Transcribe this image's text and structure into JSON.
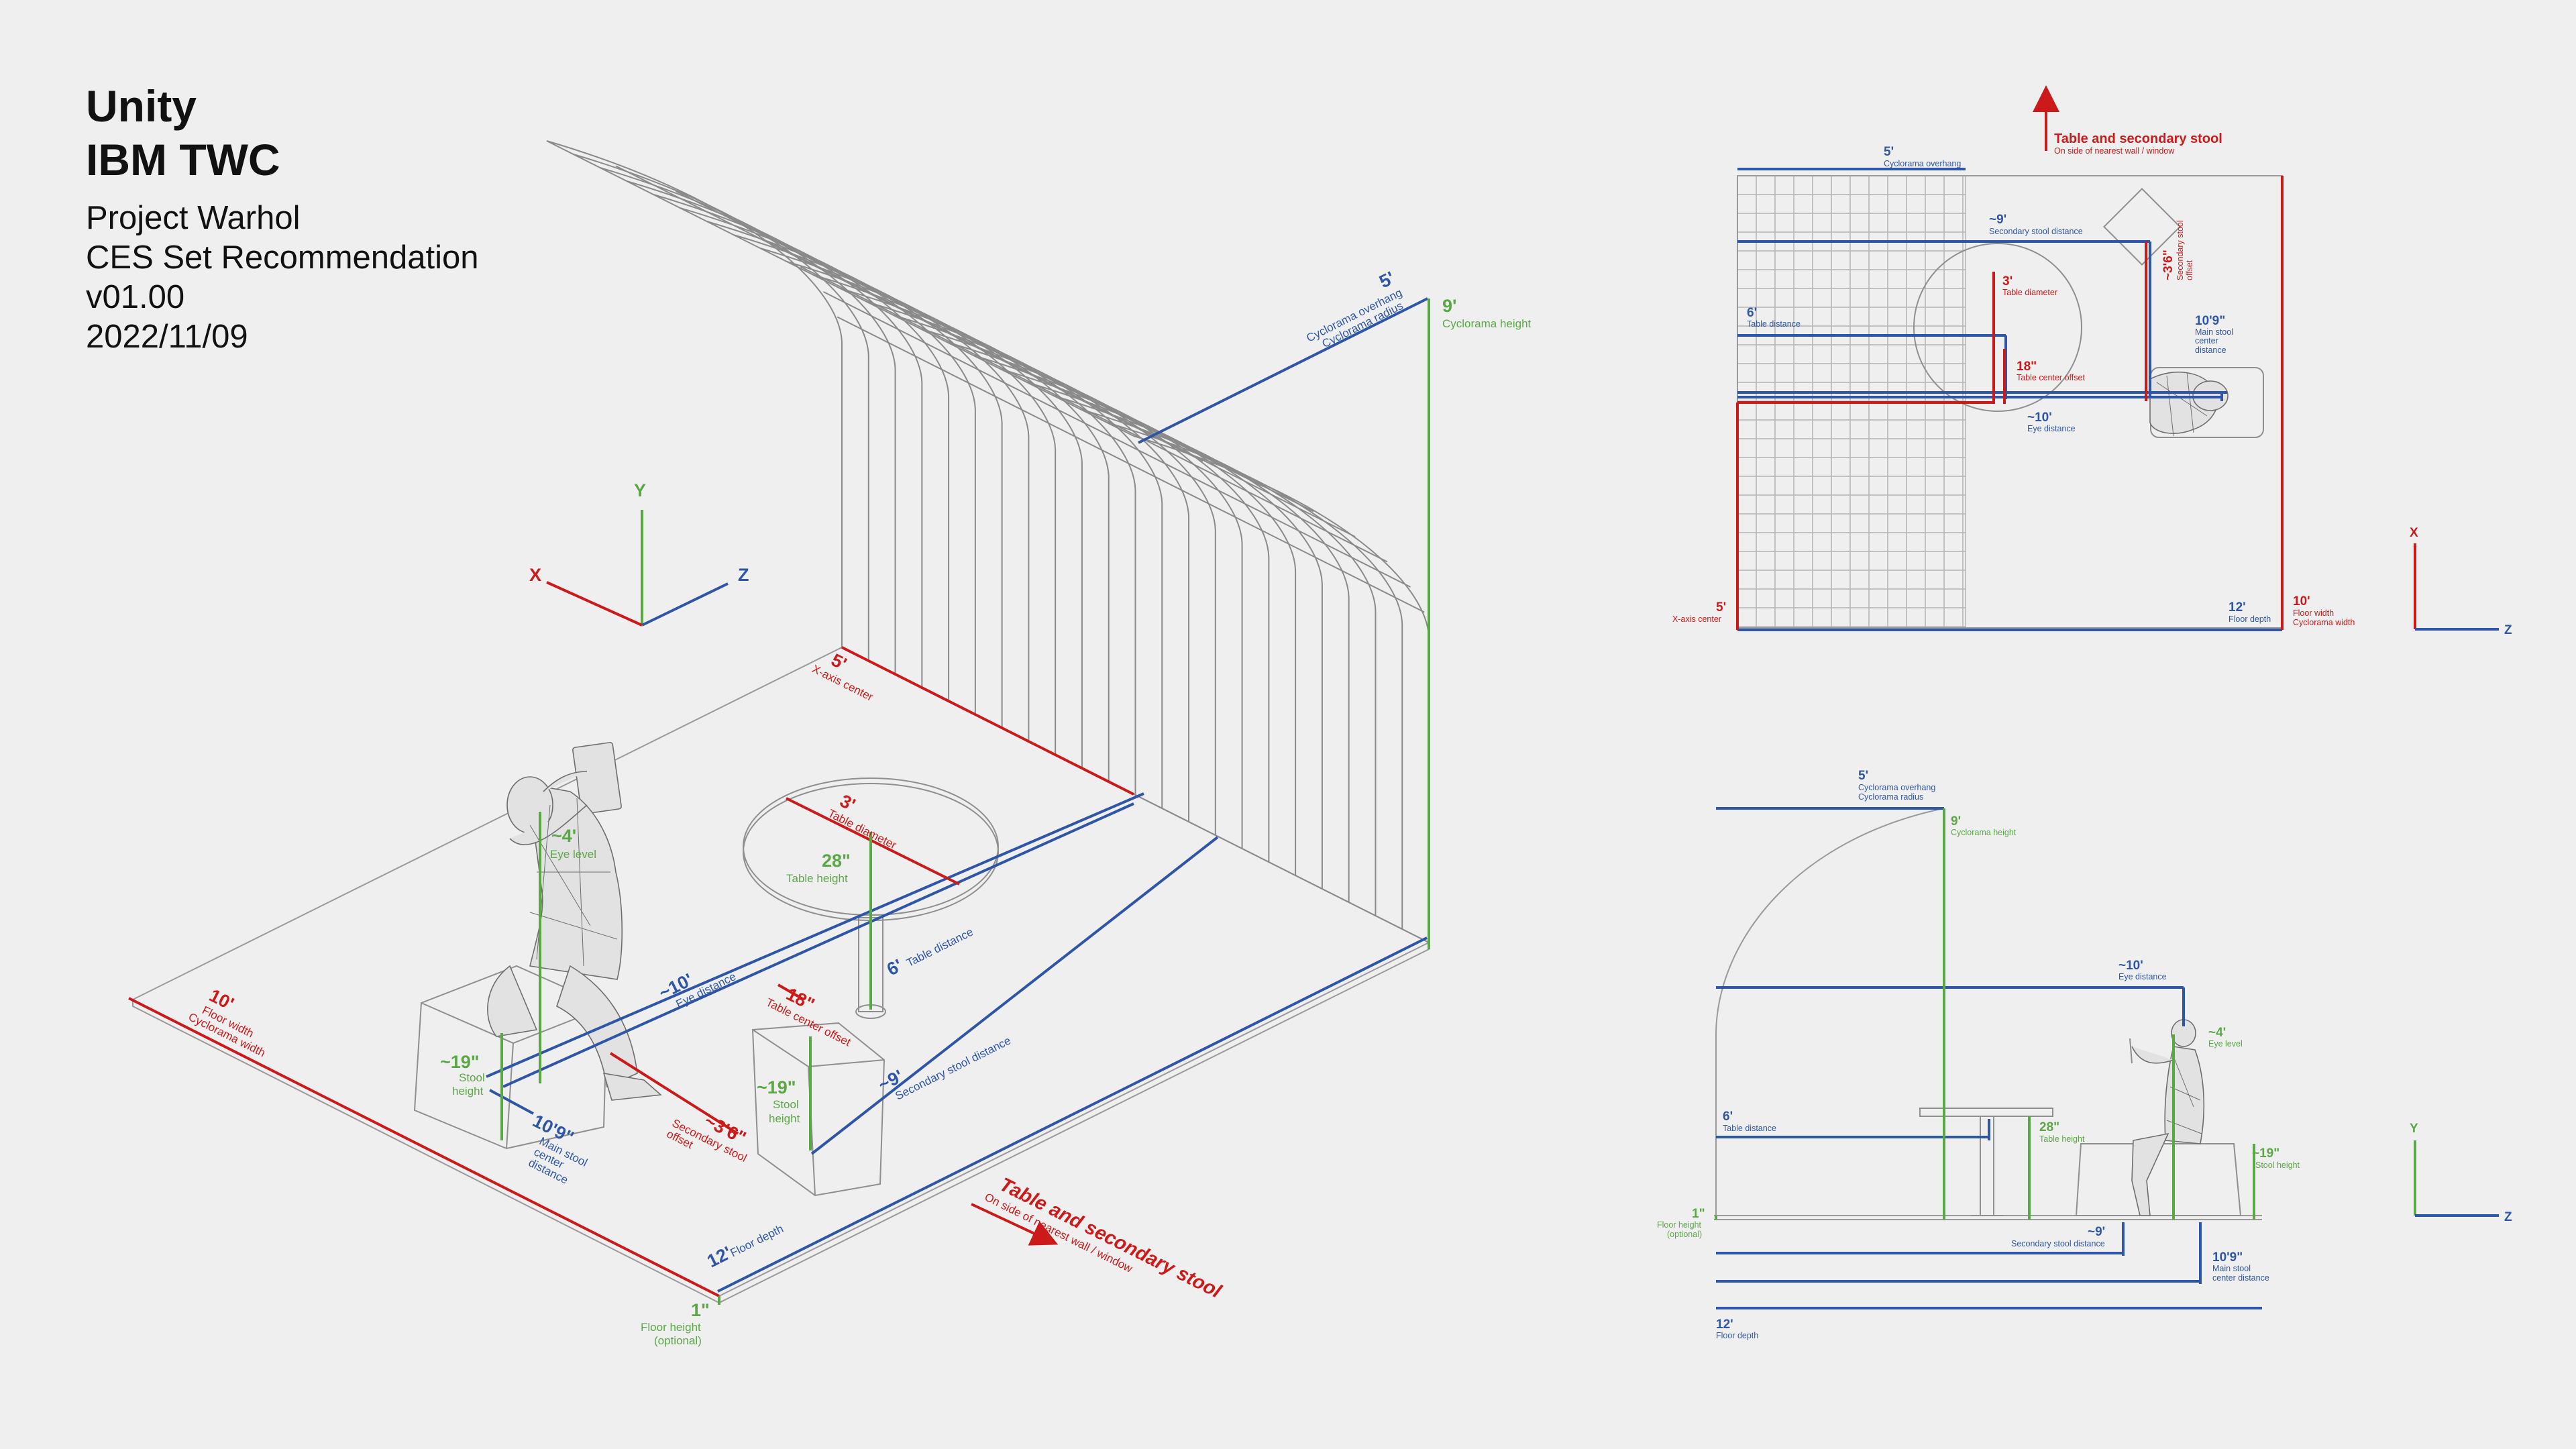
{
  "header": {
    "brand": "Unity",
    "partner": "IBM TWC",
    "project": "Project Warhol",
    "title": "CES Set Recommendation",
    "version": "v01.00",
    "date": "2022/11/09"
  },
  "colors": {
    "blue": "#2f56a6",
    "red": "#cc1a1a",
    "green": "#5aa845",
    "background": "#efefef"
  },
  "axes": {
    "x": "X",
    "y": "Y",
    "z": "Z"
  },
  "iso": {
    "cyc_overhang": {
      "value": "5'",
      "label": "Cyclorama overhang",
      "label2": "Cyclorama radius"
    },
    "cyc_height": {
      "value": "9'",
      "label": "Cyclorama height"
    },
    "x_center": {
      "value": "5'",
      "label": "X-axis center"
    },
    "table_diameter": {
      "value": "3'",
      "label": "Table diameter"
    },
    "table_height": {
      "value": "28\"",
      "label": "Table height"
    },
    "eye_level": {
      "value": "~4'",
      "label": "Eye level"
    },
    "eye_distance": {
      "value": "~10'",
      "label": "Eye distance"
    },
    "table_distance": {
      "value": "6'",
      "label": "Table distance"
    },
    "table_center_offset": {
      "value": "18\"",
      "label": "Table center offset"
    },
    "secondary_stool_distance": {
      "value": "~9'",
      "label": "Secondary stool distance"
    },
    "floor_width": {
      "value": "10'",
      "label": "Floor width",
      "label2": "Cyclorama width"
    },
    "stool_height_main": {
      "value": "~19\"",
      "label": "Stool",
      "label2": "height"
    },
    "stool_height_secondary": {
      "value": "~19\"",
      "label": "Stool",
      "label2": "height"
    },
    "main_stool": {
      "value": "10'9\"",
      "label": "Main stool",
      "label2": "center",
      "label3": "distance"
    },
    "secondary_stool_offset": {
      "value": "~3'6\"",
      "label": "Secondary stool",
      "label2": "offset"
    },
    "floor_depth": {
      "value": "12'",
      "label": "Floor depth"
    },
    "floor_height": {
      "value": "1\"",
      "label": "Floor height",
      "label2": "(optional)"
    },
    "table_secondary": {
      "title": "Table and secondary stool",
      "sub": "On side of nearest wall / window"
    }
  },
  "top": {
    "table_secondary": {
      "title": "Table and secondary stool",
      "sub": "On side of nearest wall / window"
    },
    "cyc_overhang": {
      "value": "5'",
      "label": "Cyclorama overhang"
    },
    "secondary_stool_distance": {
      "value": "~9'",
      "label": "Secondary stool distance"
    },
    "secondary_stool_offset": {
      "value": "~3'6\"",
      "label": "Secondary stool",
      "label2": "offset"
    },
    "table_diameter": {
      "value": "3'",
      "label": "Table diameter"
    },
    "table_distance": {
      "value": "6'",
      "label": "Table distance"
    },
    "main_stool": {
      "value": "10'9\"",
      "label": "Main stool",
      "label2": "center",
      "label3": "distance"
    },
    "table_center_offset": {
      "value": "18\"",
      "label": "Table center offset"
    },
    "eye_distance": {
      "value": "~10'",
      "label": "Eye distance"
    },
    "x_center": {
      "value": "5'",
      "label": "X-axis center"
    },
    "floor_depth": {
      "value": "12'",
      "label": "Floor depth"
    },
    "floor_width": {
      "value": "10'",
      "label": "Floor width",
      "label2": "Cyclorama width"
    }
  },
  "side": {
    "cyc_overhang": {
      "value": "5'",
      "label": "Cyclorama overhang",
      "label2": "Cyclorama radius"
    },
    "cyc_height": {
      "value": "9'",
      "label": "Cyclorama height"
    },
    "eye_distance": {
      "value": "~10'",
      "label": "Eye distance"
    },
    "eye_level": {
      "value": "~4'",
      "label": "Eye level"
    },
    "table_distance": {
      "value": "6'",
      "label": "Table distance"
    },
    "table_height": {
      "value": "28\"",
      "label": "Table height"
    },
    "stool_height": {
      "value": "~19\"",
      "label": "Stool height"
    },
    "floor_height": {
      "value": "1\"",
      "label": "Floor height",
      "label2": "(optional)"
    },
    "secondary_stool_distance": {
      "value": "~9'",
      "label": "Secondary stool distance"
    },
    "main_stool": {
      "value": "10'9\"",
      "label": "Main stool",
      "label2": "center distance"
    },
    "floor_depth": {
      "value": "12'",
      "label": "Floor depth"
    }
  }
}
